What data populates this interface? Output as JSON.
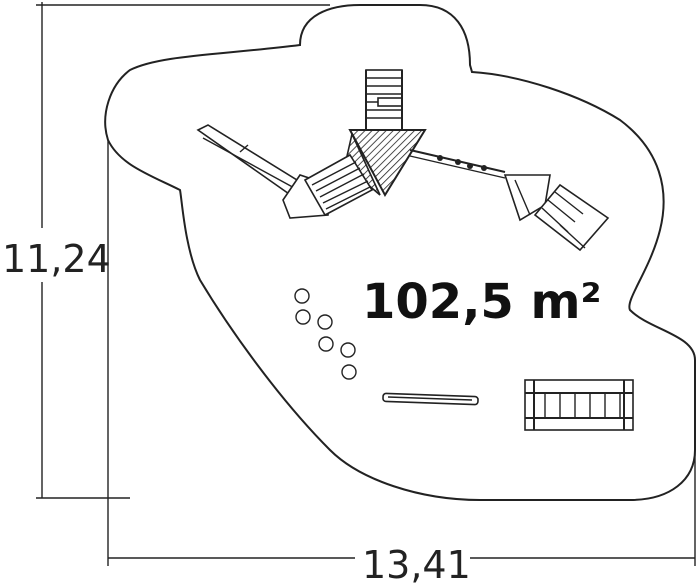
{
  "diagram": {
    "area_label": "102,5 m²",
    "width_dimension": "13,41",
    "height_dimension": "11,24"
  },
  "equipment": [
    {
      "name": "play-tower-roof"
    },
    {
      "name": "climbing-ladder-top"
    },
    {
      "name": "slide"
    },
    {
      "name": "rope-bridge"
    },
    {
      "name": "net-ladder-right"
    },
    {
      "name": "stepping-stumps"
    },
    {
      "name": "balance-beam"
    },
    {
      "name": "horizontal-ladder"
    }
  ]
}
